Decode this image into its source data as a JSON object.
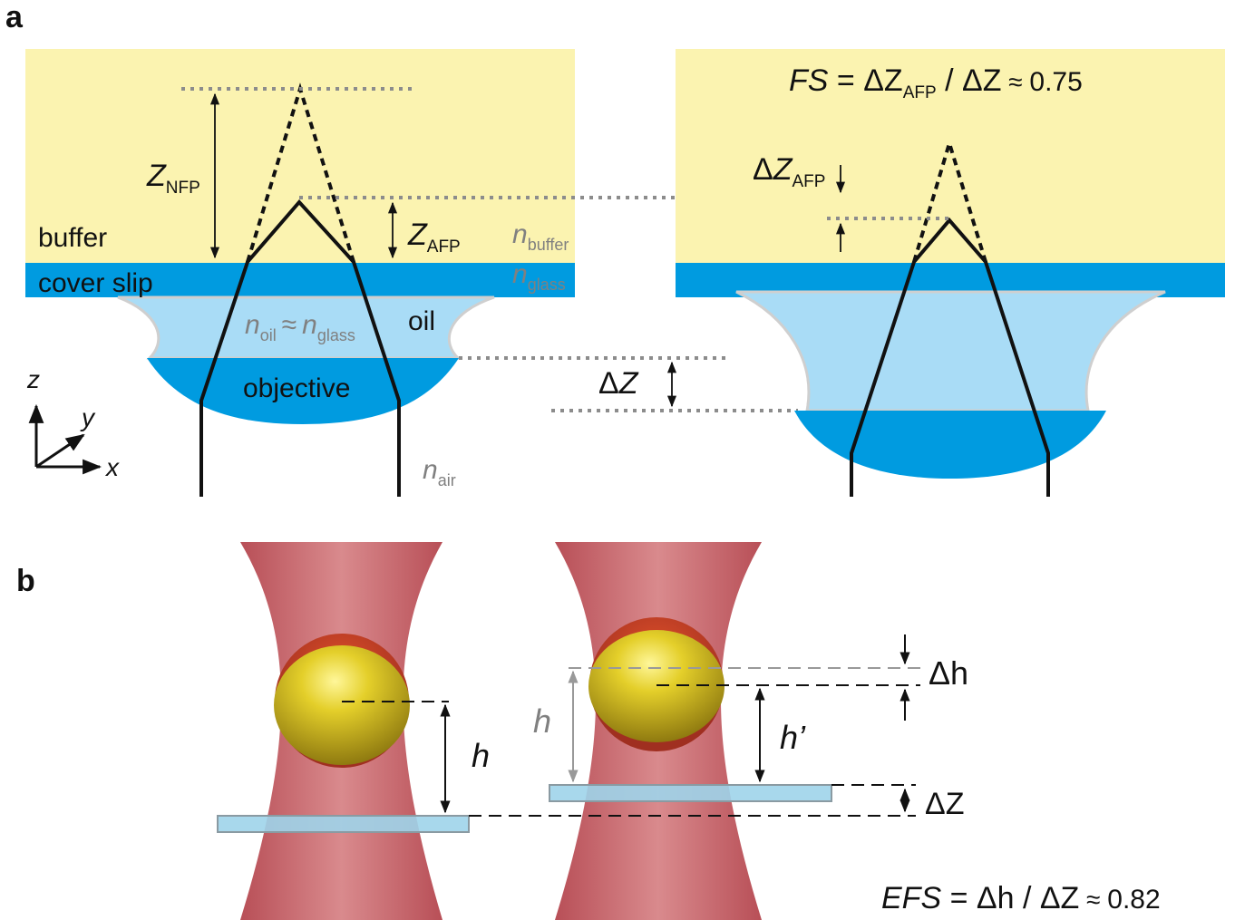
{
  "panel_a": {
    "label": "a",
    "layers": {
      "buffer": "buffer",
      "cover_slip": "cover slip",
      "oil": "oil",
      "objective": "objective"
    },
    "indices": {
      "n": "n",
      "buffer_sub": "buffer",
      "glass_sub": "glass",
      "oil_sub": "oil",
      "air_sub": "air",
      "approx": "≈"
    },
    "symbols": {
      "Z": "Z",
      "NFP": "NFP",
      "AFP": "AFP",
      "delta": "Δ"
    },
    "axes": {
      "z": "z",
      "y": "y",
      "x": "x"
    },
    "fs_equation": {
      "lhs": "FS",
      "eq": " = ",
      "delta1": "ΔZ",
      "sub": "AFP",
      "slash": " / ",
      "delta2": "ΔZ",
      "approx": " ≈ ",
      "value": "0.75"
    },
    "colors": {
      "buffer": "#fbf3b0",
      "glass": "#009be0",
      "oil": "#a9dcf6",
      "dotted": "#8c8c8c"
    }
  },
  "panel_b": {
    "label": "b",
    "h": "h",
    "h_prime": "h’",
    "delta_h": "Δh",
    "delta_z": "ΔZ",
    "efs_equation": {
      "lhs": "EFS",
      "eq": " = ",
      "dh": "Δh",
      "slash": " / ",
      "dz": "ΔZ",
      "approx": " ≈ ",
      "value": "0.82"
    },
    "colors": {
      "beam": "#c05a60",
      "sphere": "#d9c425",
      "slide": "#9fd4ea"
    }
  }
}
